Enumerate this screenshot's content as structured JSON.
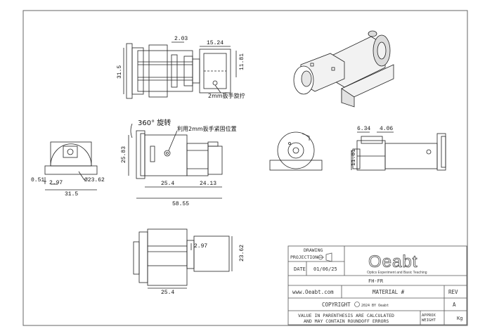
{
  "drawing": {
    "top_view": {
      "dim_width": "2.03",
      "dim_length": "15.24",
      "dim_height_right": "11.81",
      "dim_height_left": "31.5",
      "note": "2mm扳手旋拧"
    },
    "front_view": {
      "rotation_note": "360° 旋转",
      "lock_note": "利用2mm扳手紧固位置",
      "dim_height": "25.83",
      "dim_a": "25.4",
      "dim_b": "24.13",
      "dim_total": "58.55"
    },
    "end_view": {
      "dim_base_offset": "0.51",
      "dim_a": "2.97",
      "dim_diameter": "Ø23.62",
      "dim_width": "31.5"
    },
    "side_view": {
      "dim_a": "6.34",
      "dim_b": "4.06",
      "dim_height": "11.81"
    },
    "bottom_view": {
      "dim_a": "2.97",
      "dim_height": "23.62",
      "dim_length": "25.4"
    }
  },
  "title_block": {
    "drawing_label": "DRAWING",
    "projection_label": "PROJECTION",
    "date_label": "DATE",
    "date_value": "01/06/25",
    "logo_text": "Oeabt",
    "logo_tagline": "Optics Experiment and Basic Teaching",
    "part_number": "FH-FR",
    "website": "www.Oeabt.com",
    "material_label": "MATERIAL #",
    "rev_label": "REV",
    "rev_value": "A",
    "copyright_label": "COPYRIGHT",
    "copyright_detail": "2024 BY Oeabt",
    "note_line1": "VALUE IN PARENTHESIS ARE CALCULATED",
    "note_line2": "AND MAY CONTAIN ROUNDOFF ERRORS",
    "approx_label": "APPROX",
    "weight_label": "WEIGHT",
    "weight_unit": "Kg"
  },
  "colors": {
    "line": "#222222",
    "frame": "#555555",
    "iso_fill": "#f2f2f2"
  }
}
